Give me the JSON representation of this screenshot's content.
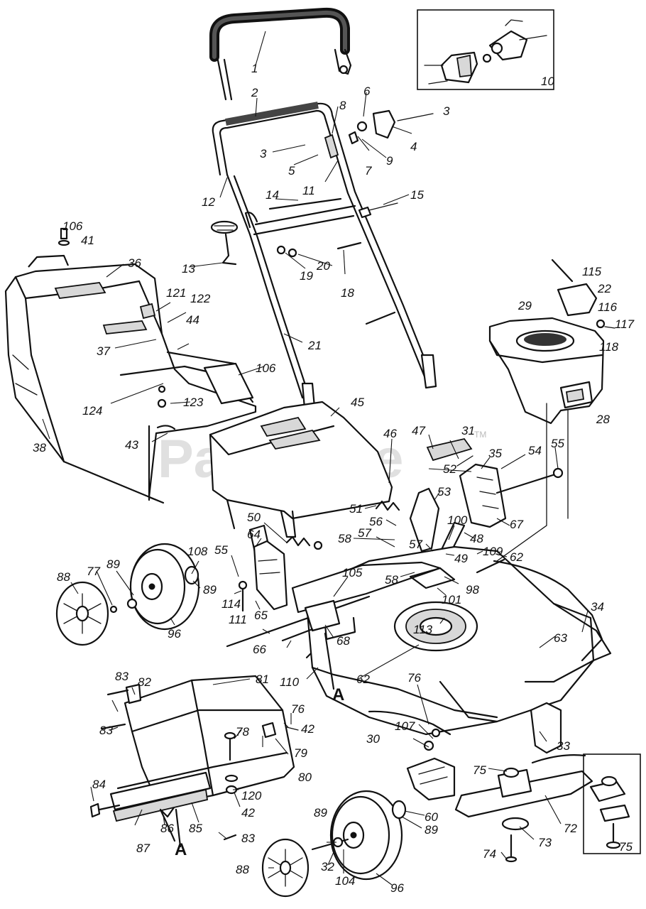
{
  "watermark": {
    "text": "PartsTree",
    "tm": "TM"
  },
  "section_marker": "A",
  "callouts": [
    {
      "id": "c1",
      "text": "1"
    },
    {
      "id": "c2",
      "text": "2"
    },
    {
      "id": "c3a",
      "text": "3"
    },
    {
      "id": "c3b",
      "text": "3"
    },
    {
      "id": "c4",
      "text": "4"
    },
    {
      "id": "c5",
      "text": "5"
    },
    {
      "id": "c6",
      "text": "6"
    },
    {
      "id": "c7",
      "text": "7"
    },
    {
      "id": "c8",
      "text": "8"
    },
    {
      "id": "c9",
      "text": "9"
    },
    {
      "id": "c10",
      "text": "10"
    },
    {
      "id": "c11",
      "text": "11"
    },
    {
      "id": "c12",
      "text": "12"
    },
    {
      "id": "c13",
      "text": "13"
    },
    {
      "id": "c14",
      "text": "14"
    },
    {
      "id": "c15",
      "text": "15"
    },
    {
      "id": "c18",
      "text": "18"
    },
    {
      "id": "c19",
      "text": "19"
    },
    {
      "id": "c20",
      "text": "20"
    },
    {
      "id": "c21",
      "text": "21"
    },
    {
      "id": "c22",
      "text": "22"
    },
    {
      "id": "c28",
      "text": "28"
    },
    {
      "id": "c29",
      "text": "29"
    },
    {
      "id": "c30",
      "text": "30"
    },
    {
      "id": "c31",
      "text": "31"
    },
    {
      "id": "c32",
      "text": "32"
    },
    {
      "id": "c33",
      "text": "33"
    },
    {
      "id": "c34",
      "text": "34"
    },
    {
      "id": "c35",
      "text": "35"
    },
    {
      "id": "c36",
      "text": "36"
    },
    {
      "id": "c37",
      "text": "37"
    },
    {
      "id": "c38",
      "text": "38"
    },
    {
      "id": "c41",
      "text": "41"
    },
    {
      "id": "c42a",
      "text": "42"
    },
    {
      "id": "c42b",
      "text": "42"
    },
    {
      "id": "c43",
      "text": "43"
    },
    {
      "id": "c44",
      "text": "44"
    },
    {
      "id": "c45",
      "text": "45"
    },
    {
      "id": "c46",
      "text": "46"
    },
    {
      "id": "c47",
      "text": "47"
    },
    {
      "id": "c48",
      "text": "48"
    },
    {
      "id": "c49",
      "text": "49"
    },
    {
      "id": "c50",
      "text": "50"
    },
    {
      "id": "c51",
      "text": "51"
    },
    {
      "id": "c52",
      "text": "52"
    },
    {
      "id": "c53",
      "text": "53"
    },
    {
      "id": "c54",
      "text": "54"
    },
    {
      "id": "c55a",
      "text": "55"
    },
    {
      "id": "c55b",
      "text": "55"
    },
    {
      "id": "c56",
      "text": "56"
    },
    {
      "id": "c57a",
      "text": "57"
    },
    {
      "id": "c57b",
      "text": "57"
    },
    {
      "id": "c58a",
      "text": "58"
    },
    {
      "id": "c58b",
      "text": "58"
    },
    {
      "id": "c60",
      "text": "60"
    },
    {
      "id": "c62a",
      "text": "62"
    },
    {
      "id": "c62b",
      "text": "62"
    },
    {
      "id": "c63",
      "text": "63"
    },
    {
      "id": "c64",
      "text": "64"
    },
    {
      "id": "c65",
      "text": "65"
    },
    {
      "id": "c66",
      "text": "66"
    },
    {
      "id": "c67",
      "text": "67"
    },
    {
      "id": "c68",
      "text": "68"
    },
    {
      "id": "c72",
      "text": "72"
    },
    {
      "id": "c73",
      "text": "73"
    },
    {
      "id": "c74",
      "text": "74"
    },
    {
      "id": "c75a",
      "text": "75"
    },
    {
      "id": "c75b",
      "text": "75"
    },
    {
      "id": "c76a",
      "text": "76"
    },
    {
      "id": "c76b",
      "text": "76"
    },
    {
      "id": "c77",
      "text": "77"
    },
    {
      "id": "c78",
      "text": "78"
    },
    {
      "id": "c79",
      "text": "79"
    },
    {
      "id": "c80",
      "text": "80"
    },
    {
      "id": "c81",
      "text": "81"
    },
    {
      "id": "c82",
      "text": "82"
    },
    {
      "id": "c83a",
      "text": "83"
    },
    {
      "id": "c83b",
      "text": "83"
    },
    {
      "id": "c83c",
      "text": "83"
    },
    {
      "id": "c84",
      "text": "84"
    },
    {
      "id": "c85",
      "text": "85"
    },
    {
      "id": "c86",
      "text": "86"
    },
    {
      "id": "c87",
      "text": "87"
    },
    {
      "id": "c88a",
      "text": "88"
    },
    {
      "id": "c88b",
      "text": "88"
    },
    {
      "id": "c89a",
      "text": "89"
    },
    {
      "id": "c89b",
      "text": "89"
    },
    {
      "id": "c89c",
      "text": "89"
    },
    {
      "id": "c89d",
      "text": "89"
    },
    {
      "id": "c96a",
      "text": "96"
    },
    {
      "id": "c96b",
      "text": "96"
    },
    {
      "id": "c98",
      "text": "98"
    },
    {
      "id": "c100",
      "text": "100"
    },
    {
      "id": "c101",
      "text": "101"
    },
    {
      "id": "c104",
      "text": "104"
    },
    {
      "id": "c105",
      "text": "105"
    },
    {
      "id": "c106a",
      "text": "106"
    },
    {
      "id": "c106b",
      "text": "106"
    },
    {
      "id": "c107",
      "text": "107"
    },
    {
      "id": "c108",
      "text": "108"
    },
    {
      "id": "c109",
      "text": "109"
    },
    {
      "id": "c110",
      "text": "110"
    },
    {
      "id": "c111",
      "text": "111"
    },
    {
      "id": "c113",
      "text": "113"
    },
    {
      "id": "c114",
      "text": "114"
    },
    {
      "id": "c115",
      "text": "115"
    },
    {
      "id": "c116",
      "text": "116"
    },
    {
      "id": "c117",
      "text": "117"
    },
    {
      "id": "c118",
      "text": "118"
    },
    {
      "id": "c120",
      "text": "120"
    },
    {
      "id": "c121",
      "text": "121"
    },
    {
      "id": "c122",
      "text": "122"
    },
    {
      "id": "c123",
      "text": "123"
    },
    {
      "id": "c124",
      "text": "124"
    }
  ]
}
